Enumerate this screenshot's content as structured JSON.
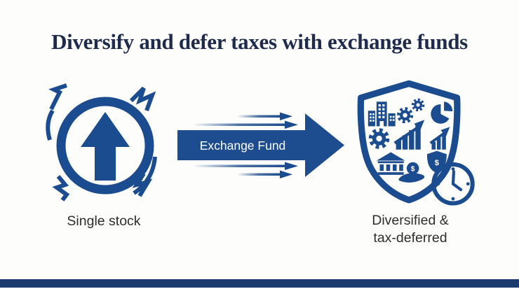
{
  "title": {
    "text": "Diversify and defer taxes with exchange funds"
  },
  "colors": {
    "background": "#fdfdfb",
    "title": "#1f2b4c",
    "primary_blue": "#1c4c90",
    "arrow_blue": "#1d4d8e",
    "label_text": "#2d2d2d",
    "footer_bar": "#1b3a6e"
  },
  "left": {
    "label": "Single stock",
    "icon": "single-stock-volatile-up-arrow"
  },
  "center": {
    "arrow_label": "Exchange Fund"
  },
  "right": {
    "label_line1": "Diversified &",
    "label_line2": "tax-deferred",
    "icon": "diversified-assets-shield",
    "icon_contents": [
      "buildings",
      "gears",
      "pie-chart",
      "gear",
      "bar-chart-up",
      "bar-chart-up",
      "bank",
      "hand-coin",
      "dollar-shield",
      "clock"
    ]
  },
  "icons": {
    "dollar_symbol": "$"
  }
}
